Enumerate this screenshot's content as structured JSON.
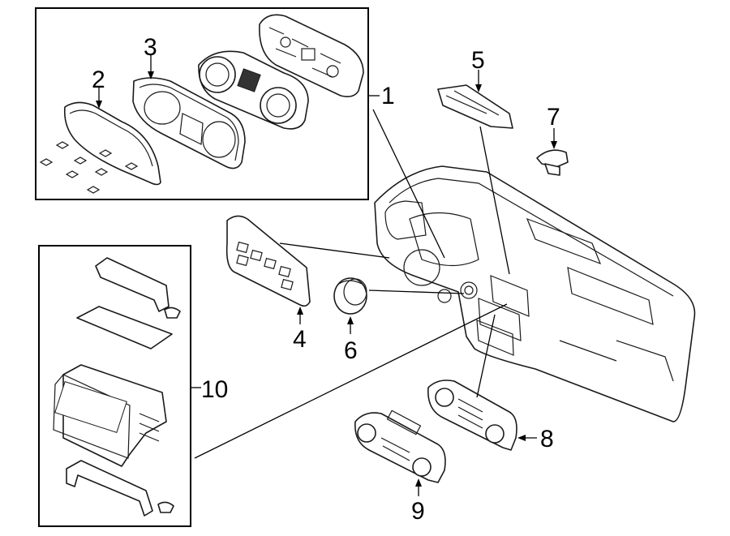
{
  "diagram": {
    "callouts": {
      "c1": "1",
      "c2": "2",
      "c3": "3",
      "c4": "4",
      "c5": "5",
      "c6": "6",
      "c7": "7",
      "c8": "8",
      "c9": "9",
      "c10": "10"
    },
    "parts": [
      "instrument-cluster",
      "cluster-lens",
      "cluster-bezel",
      "switch-panel",
      "center-vent",
      "ignition-switch",
      "sensor",
      "climate-control-upper",
      "climate-control-lower",
      "navigation-unit"
    ]
  }
}
